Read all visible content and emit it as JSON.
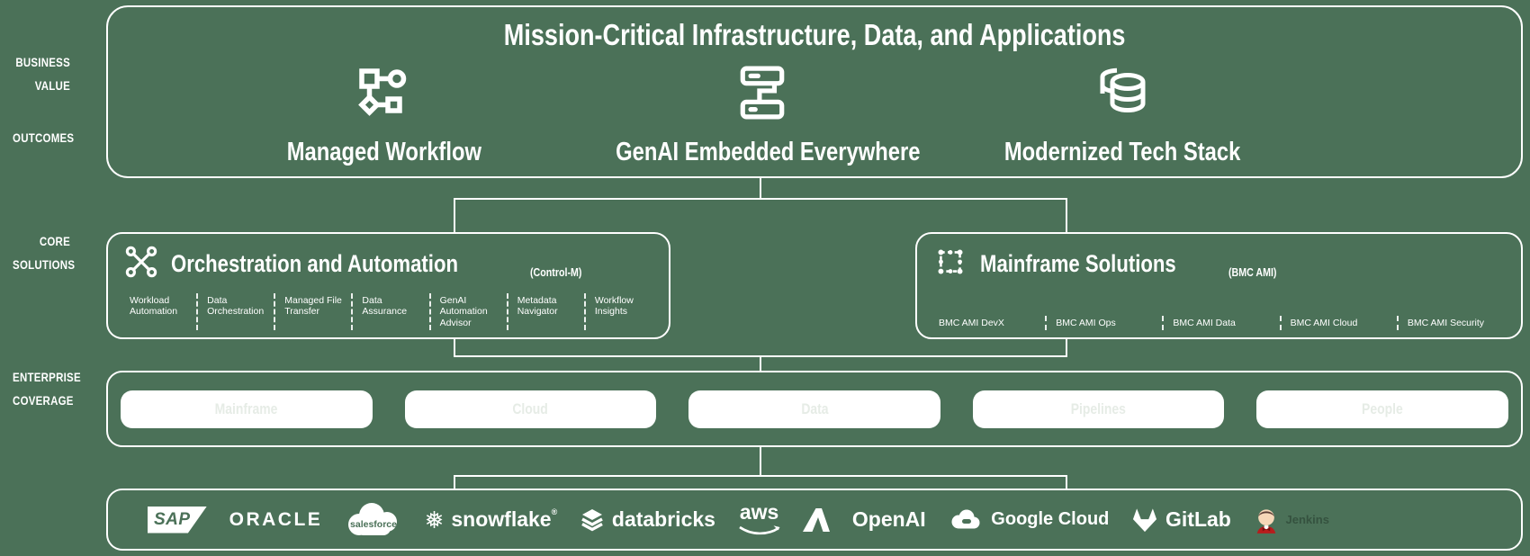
{
  "colors": {
    "background": "#4b7158",
    "line": "#ffffff",
    "pill_text": "#e6ece6",
    "jenkins_red": "#b71c1c"
  },
  "rail": {
    "business_value": [
      "BUSINESS",
      "VALUE"
    ],
    "outcomes": "OUTCOMES",
    "core_solutions": [
      "CORE",
      "SOLUTIONS"
    ],
    "enterprise_coverage": [
      "ENTERPRISE",
      "COVERAGE"
    ]
  },
  "outcomes_box": {
    "title": "Mission-Critical Infrastructure, Data, and Applications",
    "items": [
      {
        "icon": "workflow-icon",
        "label": "Managed Workflow"
      },
      {
        "icon": "servers-icon",
        "label": "GenAI Embedded Everywhere"
      },
      {
        "icon": "database-icon",
        "label": "Modernized Tech Stack"
      }
    ]
  },
  "core_solutions": {
    "orchestration": {
      "icon": "network-nodes-icon",
      "title": "Orchestration and Automation",
      "product": "(Control-M)",
      "items": [
        "Workload Automation",
        "Data Orchestration",
        "Managed File Transfer",
        "Data Assurance",
        "GenAI Automation Advisor",
        "Metadata Navigator",
        "Workflow Insights"
      ]
    },
    "mainframe": {
      "icon": "marquee-frame-icon",
      "title": "Mainframe Solutions",
      "product": "(BMC AMI)",
      "items": [
        "BMC AMI DevX",
        "BMC AMI Ops",
        "BMC AMI Data",
        "BMC AMI Cloud",
        "BMC AMI Security"
      ]
    }
  },
  "enterprise_coverage": {
    "pills": [
      "Mainframe",
      "Cloud",
      "Data",
      "Pipelines",
      "People"
    ]
  },
  "ecosystem": {
    "snowflake_reg": "®",
    "logos": [
      {
        "name": "SAP",
        "text": "SAP"
      },
      {
        "name": "Oracle",
        "text": "ORACLE"
      },
      {
        "name": "Salesforce",
        "text": "salesforce"
      },
      {
        "name": "Snowflake",
        "text": "snowflake"
      },
      {
        "name": "Databricks",
        "text": "databricks"
      },
      {
        "name": "AWS",
        "text": "aws"
      },
      {
        "name": "Microsoft Azure",
        "text": ""
      },
      {
        "name": "OpenAI",
        "text": "OpenAI"
      },
      {
        "name": "Google Cloud",
        "text": "Google Cloud"
      },
      {
        "name": "GitLab",
        "text": "GitLab"
      },
      {
        "name": "Jenkins",
        "text": "Jenkins"
      }
    ]
  }
}
